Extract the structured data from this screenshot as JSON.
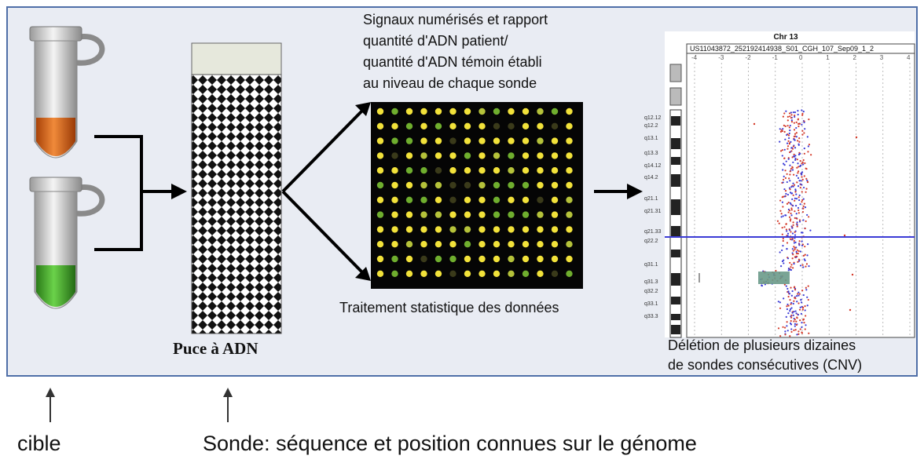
{
  "texts": {
    "signal_caption": [
      "Signaux numérisés et rapport",
      "quantité d'ADN patient/",
      "quantité d'ADN témoin établi",
      "au niveau de chaque sonde"
    ],
    "chip_label": "Puce à ADN",
    "stats_caption": "Traitement statistique des données",
    "deletion_caption": [
      "Délétion de plusieurs dizaines",
      "de sondes consécutives (CNV)"
    ],
    "cible_label": "cible",
    "sonde_label": "Sonde: séquence et position connues sur le génome"
  },
  "plot": {
    "title": "Chr 13",
    "file_label": "US11043872_252192414938_S01_CGH_107_Sep09_1_2",
    "axis_ticks": [
      "-4",
      "-3",
      "-2",
      "-1",
      "0",
      "1",
      "2",
      "3",
      "4"
    ],
    "bands": [
      "q12.12",
      "q12.2",
      "q13.1",
      "q13.3",
      "q14.12",
      "q14.2",
      "q21.1",
      "q21.31",
      "q21.33",
      "q22.2",
      "q31.1",
      "q31.3",
      "q32.2",
      "q33.1",
      "q33.3"
    ]
  },
  "colors": {
    "frame_border": "#4f6fa8",
    "frame_fill": "#e9ecf3",
    "tube_top_sample": "#d8621a",
    "tube_bottom_sample": "#3fae2a",
    "spot_yellow": "#f2e23a",
    "spot_green": "#6fae2e",
    "probe_blue": "#3b3bd6",
    "probe_red": "#d43a2a",
    "deletion_fill": "#6a9a8a"
  }
}
